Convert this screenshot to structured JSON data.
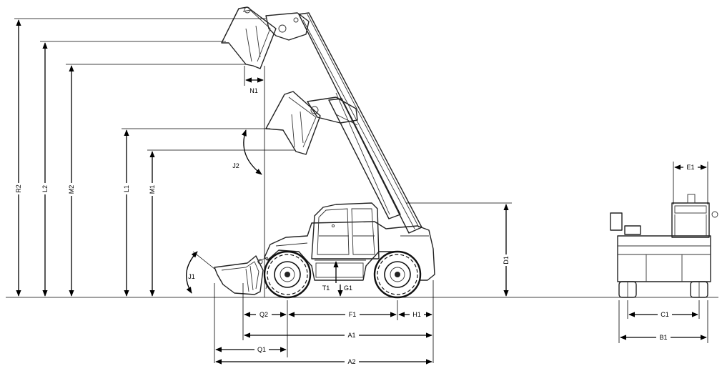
{
  "labels": {
    "R2": "R2",
    "L2": "L2",
    "M2": "M2",
    "L1": "L1",
    "M1": "M1",
    "N1": "N1",
    "J2": "J2",
    "J1": "J1",
    "D1": "D1",
    "T1": "T1",
    "G1": "G1",
    "Q2": "Q2",
    "F1": "F1",
    "H1": "H1",
    "A1": "A1",
    "Q1": "Q1",
    "A2": "A2",
    "E1": "E1",
    "C1": "C1",
    "B1": "B1"
  }
}
